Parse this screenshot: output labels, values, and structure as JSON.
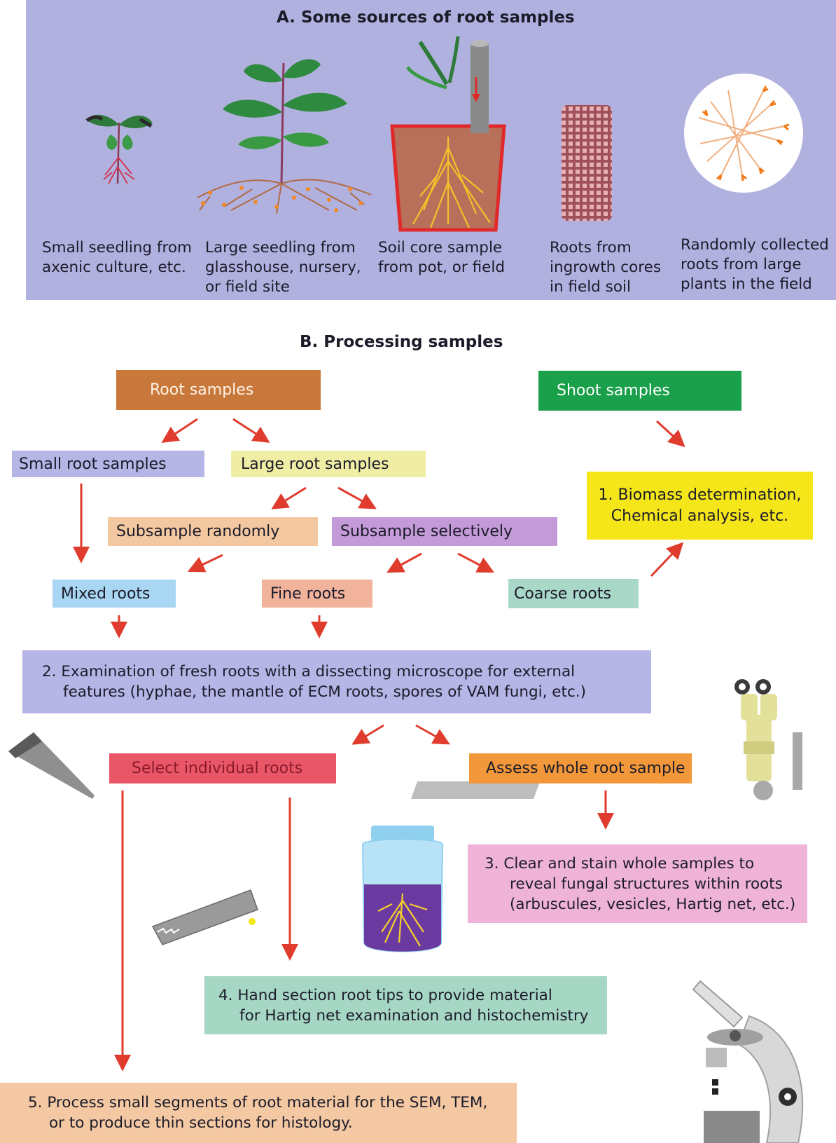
{
  "section_a": {
    "title": "A. Some sources of root samples",
    "captions": [
      [
        "Small seedling from",
        "axenic culture, etc."
      ],
      [
        "Large seedling from",
        "glasshouse, nursery,",
        "or field site"
      ],
      [
        "Soil core sample",
        "from pot, or field"
      ],
      [
        "Roots from",
        "ingrowth cores",
        "in field soil"
      ],
      [
        "Randomly collected",
        "roots from large",
        "plants in the field"
      ]
    ]
  },
  "section_b": {
    "title": "B. Processing samples",
    "root_samples": "Root samples",
    "shoot_samples": "Shoot samples",
    "small_root_samples": "Small root samples",
    "large_root_samples": "Large root samples",
    "biomass": [
      "1. Biomass determination,",
      "Chemical analysis, etc."
    ],
    "subsample_randomly": "Subsample randomly",
    "subsample_selectively": "Subsample selectively",
    "mixed_roots": "Mixed roots",
    "fine_roots": "Fine roots",
    "coarse_roots": "Coarse roots",
    "step2": [
      "2. Examination of fresh roots with a dissecting microscope for external",
      "features (hyphae, the mantle of ECM roots, spores of VAM fungi, etc.)"
    ],
    "select_individual": "Select individual roots",
    "assess_whole": "Assess whole root sample",
    "step3": [
      "3. Clear and stain whole samples to",
      "reveal fungal structures within roots",
      "(arbuscules, vesicles, Hartig net, etc.)"
    ],
    "step4": [
      "4. Hand section root tips to provide material",
      "for Hartig net examination and histochemistry"
    ],
    "step5": [
      "5. Process small segments of root material for the SEM, TEM,",
      "or to produce thin sections for histology."
    ]
  },
  "colors": {
    "panel_a_bg": "#b1b1e0",
    "arrow": "#e03c2e",
    "root_samples": "#c8783a",
    "shoot_samples": "#1aa04a",
    "small_root": "#b5b5e6",
    "large_root": "#f0eea4",
    "biomass": "#f5e61a",
    "subsample_randomly": "#f3c8a0",
    "subsample_selectively": "#c59ad8",
    "mixed_roots": "#a9d6f2",
    "fine_roots": "#f2b39c",
    "coarse_roots": "#a9d8c8",
    "step2": "#b5b5e6",
    "select_individual": "#e85668",
    "assess_whole": "#f2983a",
    "step3": "#f0b3d8",
    "step4": "#a6d6c4",
    "step5": "#f3c8a2"
  }
}
